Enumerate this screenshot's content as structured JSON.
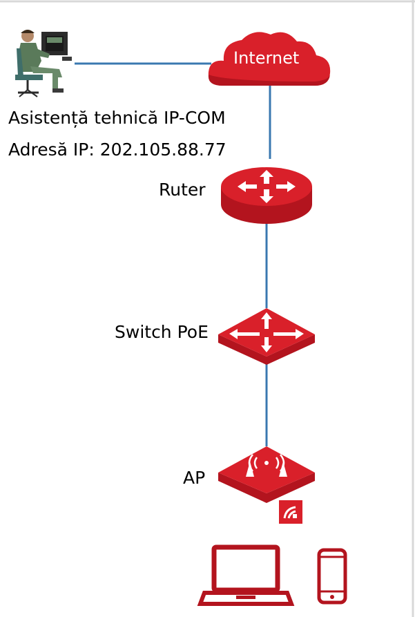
{
  "nodes": {
    "internet": {
      "label": "Internet"
    },
    "support": {
      "line1": "Asistență tehnică IP-COM",
      "line2": "Adresă IP: 202.105.88.77"
    },
    "router": {
      "label": "Ruter"
    },
    "switch": {
      "label": "Switch PoE"
    },
    "ap": {
      "label": "AP"
    }
  },
  "colors": {
    "accent": "#d9202a",
    "accent_dark": "#b3141e",
    "link": "#3a78b0"
  },
  "icons": [
    "technician-icon",
    "cloud-icon",
    "router-icon",
    "switch-icon",
    "access-point-icon",
    "wifi-badge-icon",
    "laptop-icon",
    "phone-icon"
  ]
}
